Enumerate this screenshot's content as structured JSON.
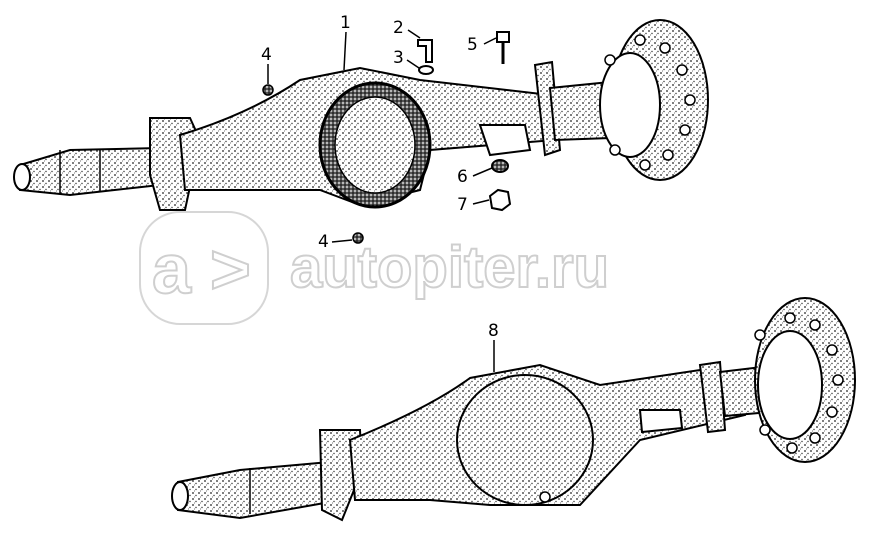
{
  "callouts": {
    "c1": "1",
    "c2": "2",
    "c3": "3",
    "c4a": "4",
    "c4b": "4",
    "c5": "5",
    "c6": "6",
    "c7": "7",
    "c8": "8"
  },
  "watermark": {
    "logo_letter": "a",
    "logo_arrow": ">",
    "site": "autopiter.ru"
  }
}
